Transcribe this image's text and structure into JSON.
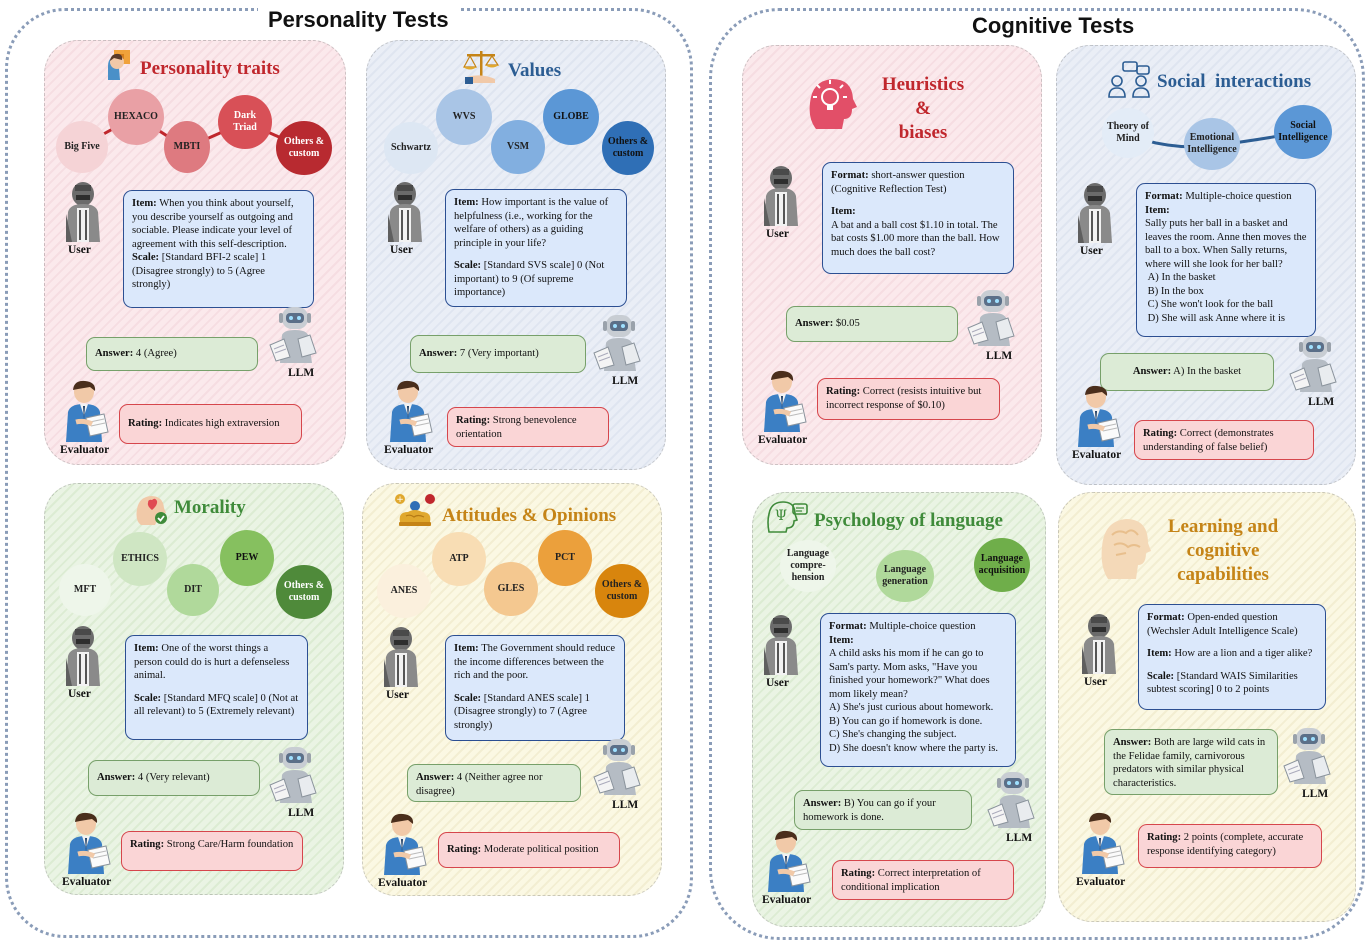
{
  "sections": {
    "personality_title": "Personality Tests",
    "cognitive_title": "Cognitive Tests"
  },
  "labels": {
    "user": "User",
    "llm": "LLM",
    "evaluator": "Evaluator"
  },
  "colors": {
    "personality_traits": "#c0272d",
    "values": "#2c5d93",
    "morality": "#3f8b3a",
    "attitudes": "#c58417",
    "heuristics": "#c0272d",
    "social": "#2c5d93",
    "language": "#3f8b3a",
    "learning": "#c58417"
  },
  "panels": {
    "personality_traits": {
      "title": "Personality traits",
      "icon": "person-puzzle-icon",
      "nodes": [
        "Big Five",
        "HEXACO",
        "MBTI",
        "Dark Triad",
        "Others & custom"
      ],
      "item": "When you think about yourself, you describe yourself as outgoing and sociable. Please indicate your level of agreement with this self-description.",
      "scale": "[Standard BFI-2 scale] 1 (Disagree strongly) to 5 (Agree strongly)",
      "answer": "4 (Agree)",
      "rating": "Indicates high extraversion"
    },
    "values": {
      "title": "Values",
      "icon": "balance-scale-icon",
      "nodes": [
        "Schwartz",
        "WVS",
        "VSM",
        "GLOBE",
        "Others & custom"
      ],
      "item": "How important is the value of helpfulness (i.e., working for the welfare of others) as a guiding principle in your life?",
      "scale": "[Standard SVS scale] 0 (Not important) to 9 (Of supreme importance)",
      "answer": "7 (Very important)",
      "rating": "Strong benevolence orientation"
    },
    "morality": {
      "title": "Morality",
      "icon": "heart-head-icon",
      "nodes": [
        "MFT",
        "ETHICS",
        "DIT",
        "PEW",
        "Others & custom"
      ],
      "item": "One of the worst things a person could do is hurt a defenseless animal.",
      "scale": "[Standard MFQ scale] 0 (Not at all relevant) to 5 (Extremely relevant)",
      "answer": "4 (Very relevant)",
      "rating": "Strong Care/Harm foundation"
    },
    "attitudes": {
      "title": "Attitudes & Opinions",
      "icon": "brain-opinions-icon",
      "nodes": [
        "ANES",
        "ATP",
        "GLES",
        "PCT",
        "Others & custom"
      ],
      "item": "The Government should reduce the income differences between the rich and the poor.",
      "scale": "[Standard ANES scale] 1 (Disagree strongly) to 7 (Agree strongly)",
      "answer": "4 (Neither agree nor disagree)",
      "rating": "Moderate political position"
    },
    "heuristics": {
      "title_lines": [
        "Heuristics",
        "&",
        "biases"
      ],
      "icon": "lightbulb-head-icon",
      "format": "short-answer question (Cognitive Reflection Test)",
      "item": "A bat and a ball cost $1.10 in total. The bat costs $1.00 more than the ball. How much does the ball cost?",
      "answer": "$0.05",
      "rating": "Correct (resists intuitive but incorrect response of $0.10)"
    },
    "social": {
      "title": "Social  interactions",
      "icon": "people-chat-icon",
      "nodes": [
        "Theory of Mind",
        "Emotional Intelligence",
        "Social Intelligence"
      ],
      "format": "Multiple-choice question",
      "item": "Sally puts her ball in a basket and leaves the room. Anne then moves the ball to a box. When Sally returns, where will she look for her ball?",
      "options": [
        "A) In the basket",
        "B) In the box",
        "C) She won't look for the ball",
        "D) She will ask Anne where it is"
      ],
      "answer": "A) In the basket",
      "rating": "Correct (demonstrates understanding of false belief)"
    },
    "language": {
      "title": "Psychology of language",
      "icon": "psi-speech-icon",
      "nodes": [
        "Language compre-hension",
        "Language generation",
        "Language acquisition"
      ],
      "format": "Multiple-choice question",
      "item": "A child asks his mom if he can go to Sam's party. Mom asks, \"Have you finished your homework?\" What does mom likely mean?",
      "options": [
        "A) She's just curious about homework.",
        "B) You can go if homework is done.",
        "C) She's changing the subject.",
        "D) She doesn't know where the party is."
      ],
      "answer": "B) You can go if your homework is done.",
      "rating": "Correct interpretation of conditional implication"
    },
    "learning": {
      "title_lines": [
        "Learning and",
        "cognitive",
        "capabilities"
      ],
      "icon": "head-profile-icon",
      "format": "Open-ended question (Wechsler Adult Intelligence Scale)",
      "item": "How are a lion and a tiger alike?",
      "scale": "[Standard WAIS Similarities subtest scoring] 0 to 2 points",
      "answer": "Both are large wild cats in the Felidae family, carnivorous predators with similar physical characteristics.",
      "rating": "2 points (complete, accurate response identifying category)"
    }
  },
  "field_labels": {
    "item": "Item:",
    "scale": "Scale:",
    "answer": "Answer:",
    "rating": "Rating:",
    "format": "Format:"
  }
}
